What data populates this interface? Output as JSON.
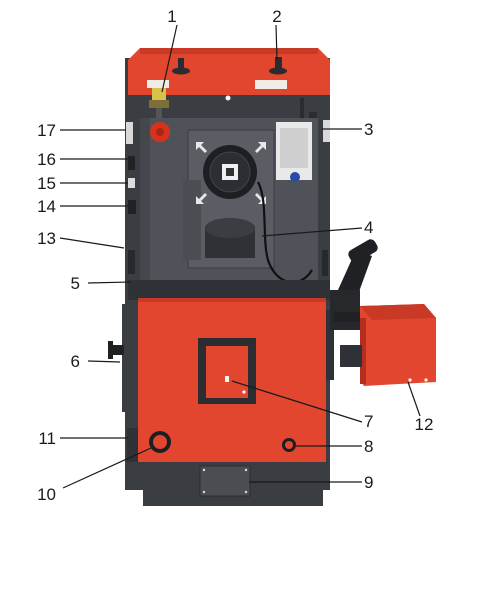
{
  "callouts": [
    "1",
    "2",
    "3",
    "4",
    "5",
    "6",
    "7",
    "8",
    "9",
    "10",
    "11",
    "12",
    "13",
    "14",
    "15",
    "16",
    "17"
  ],
  "colors": {
    "body_red": "#e3462f",
    "dark_red": "#b52f1f",
    "panel_grey": "#4f5359",
    "dark_grey": "#2e3135",
    "plinth_grey": "#3a3d41",
    "hopper_black": "#1f2124"
  }
}
